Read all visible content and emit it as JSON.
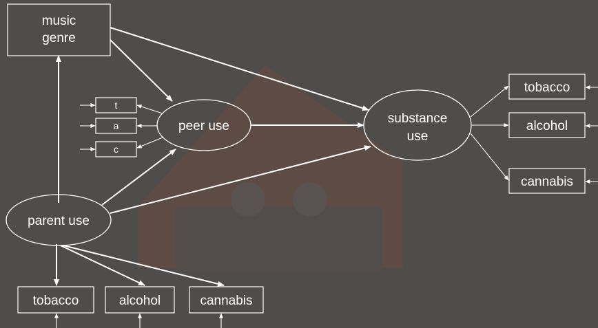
{
  "colors": {
    "background": "#4f4c4c",
    "foreground": "#ffffff",
    "watermark": "#7a4a36"
  },
  "watermark": {
    "icon": "razor-blade-house-icon"
  },
  "nodes": {
    "music_genre": [
      "music",
      "genre"
    ],
    "peer_use": "peer use",
    "substance_use": [
      "substance",
      "use"
    ],
    "parent_use": "parent use",
    "peer_indicators": [
      "t",
      "a",
      "c"
    ],
    "substance_indicators": [
      "tobacco",
      "alcohol",
      "cannabis"
    ],
    "parent_indicators": [
      "tobacco",
      "alcohol",
      "cannabis"
    ]
  }
}
